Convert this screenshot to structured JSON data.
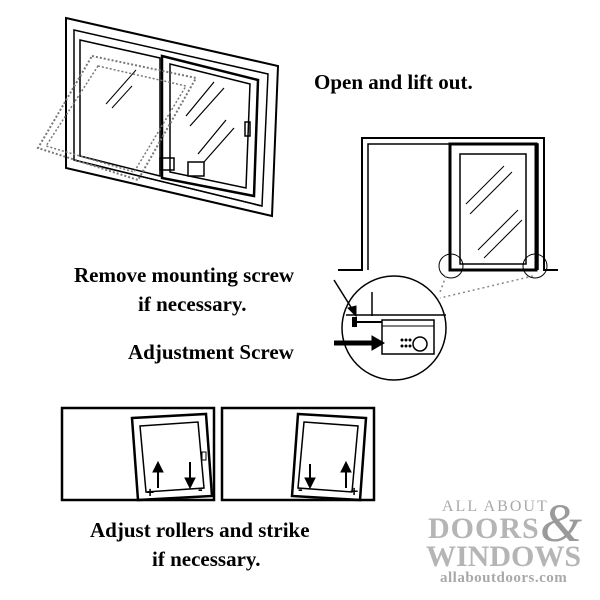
{
  "labels": {
    "open_lift": "Open and lift out.",
    "remove_screw_line1": "Remove mounting screw",
    "remove_screw_line2": "if necessary.",
    "adjustment_screw": "Adjustment Screw",
    "adjust_rollers_line1": "Adjust rollers and strike",
    "adjust_rollers_line2": "if necessary."
  },
  "symbols": {
    "left_panel_plus": "+",
    "left_panel_minus": "-",
    "right_panel_minus": "-",
    "right_panel_plus": "+"
  },
  "logo": {
    "top_line": "ALL ABOUT",
    "doors": "DOORS",
    "ampersand": "&",
    "windows": "WINDOWS",
    "url": "allaboutdoors.com"
  },
  "colors": {
    "line": "#000000",
    "dotted": "#888888",
    "logo_gray": "#a9a9a9"
  }
}
